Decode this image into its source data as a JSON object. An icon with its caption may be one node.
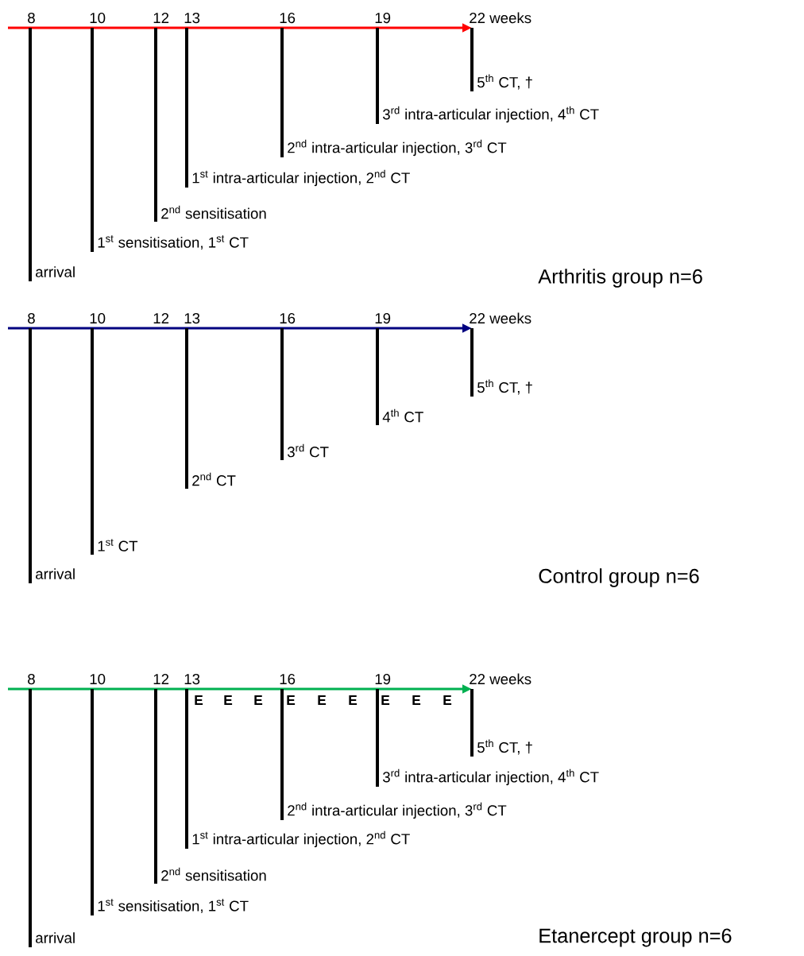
{
  "diagram": {
    "nodes": [
      {
        "text": [
          "8"
        ]
      },
      {
        "text": [
          "10"
        ]
      },
      {
        "text": [
          "12"
        ]
      },
      {
        "text": [
          "13"
        ]
      },
      {
        "text": [
          "16"
        ]
      },
      {
        "text": [
          "19"
        ]
      },
      {
        "text": [
          "22 weeks"
        ]
      },
      {
        "text": [
          "5$^{th}$ CT, †"
        ]
      },
      {
        "text": [
          "3$^{rd}$ intra-articular injection, 4$^{th}$ CT"
        ]
      },
      {
        "text": [
          "2$^{nd}$ intra-articular injection, 3$^{rd}$ CT"
        ]
      },
      {
        "text": [
          "1$^{st}$ intra-articular injection, 2$^{nd}$ CT"
        ]
      },
      {
        "text": [
          "2$^{nd}$ sensitisation"
        ]
      },
      {
        "text": [
          "1$^{st}$ sensitisation, 1$^{st}$ CT"
        ]
      },
      {
        "text": [
          "arrival"
        ]
      },
      {
        "text": [
          "8"
        ]
      },
      {
        "text": [
          "10"
        ]
      },
      {
        "text": [
          "12"
        ]
      },
      {
        "text": [
          "13"
        ]
      },
      {
        "text": [
          "16"
        ]
      },
      {
        "text": [
          "19"
        ]
      },
      {
        "text": [
          "22 weeks"
        ]
      },
      {
        "text": [
          "5$^{th}$ CT, †"
        ]
      },
      {
        "text": [
          "4$^{th}$ CT"
        ]
      },
      {
        "text": [
          "3$^{rd}$ CT"
        ]
      },
      {
        "text": [
          "2$^{nd}$ CT"
        ]
      },
      {
        "text": [
          "1$^{st}$ CT"
        ]
      },
      {
        "text": [
          "arrival"
        ]
      },
      {
        "text": [
          "8"
        ]
      },
      {
        "text": [
          "10"
        ]
      },
      {
        "text": [
          "12"
        ]
      },
      {
        "text": [
          "13"
        ]
      },
      {
        "text": [
          "16"
        ]
      },
      {
        "text": [
          "19"
        ]
      },
      {
        "text": [
          "22 weeks"
        ]
      },
      {
        "text": [
          "5$^{th}$ CT, †"
        ]
      },
      {
        "text": [
          "3$^{rd}$ intra-articular injection, 4$^{th}$ CT"
        ]
      },
      {
        "text": [
          "2$^{nd}$ intra-articular injection, 3$^{rd}$ CT"
        ]
      },
      {
        "text": [
          "1$^{st}$ intra-articular injection, 2$^{nd}$ CT"
        ]
      },
      {
        "text": [
          "2$^{nd}$ sensitisation"
        ]
      },
      {
        "text": [
          "1$^{st}$ sensitisation, 1$^{st}$ CT"
        ]
      },
      {
        "text": [
          "arrival"
        ]
      }
    ],
    "edges": [
      {
        "from": 6,
        "to": 7,
        "arrow": "none"
      },
      {
        "from": 5,
        "to": 8,
        "arrow": "none"
      },
      {
        "from": 4,
        "to": 9,
        "arrow": "none"
      },
      {
        "from": 3,
        "to": 10,
        "arrow": "none"
      },
      {
        "from": 2,
        "to": 11,
        "arrow": "none"
      },
      {
        "from": 1,
        "to": 12,
        "arrow": "none"
      },
      {
        "from": 0,
        "to": 13,
        "arrow": "none"
      },
      {
        "from": 20,
        "to": 21,
        "arrow": "none"
      },
      {
        "from": 19,
        "to": 22,
        "arrow": "none"
      },
      {
        "from": 18,
        "to": 23,
        "arrow": "none"
      },
      {
        "from": 17,
        "to": 24,
        "arrow": "none"
      },
      {
        "from": 15,
        "to": 25,
        "arrow": "none"
      },
      {
        "from": 14,
        "to": 26,
        "arrow": "none"
      },
      {
        "from": 33,
        "to": 34,
        "arrow": "none"
      },
      {
        "from": 32,
        "to": 35,
        "arrow": "none"
      },
      {
        "from": 31,
        "to": 36,
        "arrow": "none"
      },
      {
        "from": 30,
        "to": 37,
        "arrow": "none"
      },
      {
        "from": 29,
        "to": 38,
        "arrow": "none"
      },
      {
        "from": 28,
        "to": 39,
        "arrow": "none"
      },
      {
        "from": 27,
        "to": 40,
        "arrow": "none"
      }
    ],
    "labels": [
      "Arthritis group n=6",
      "Control group n=6",
      "E",
      "E",
      "E",
      "E",
      "E",
      "E",
      "E",
      "E",
      "E",
      "Etanercept group n=6"
    ]
  }
}
